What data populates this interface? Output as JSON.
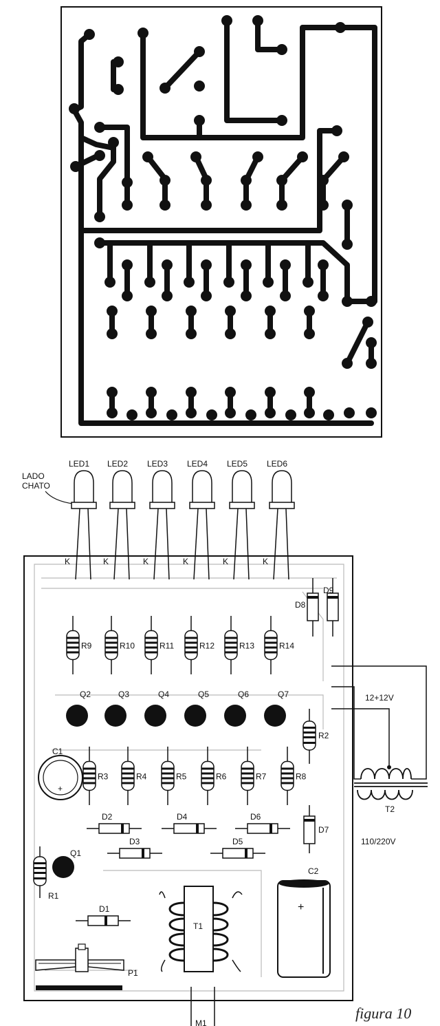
{
  "figure": {
    "caption": "figura 10"
  },
  "pcb_top": {},
  "assembly": {
    "note": "LADO\nCHATO",
    "leds": [
      "LED1",
      "LED2",
      "LED3",
      "LED4",
      "LED5",
      "LED6"
    ],
    "cathode_mark": "K",
    "resistors_top": [
      "R9",
      "R10",
      "R11",
      "R12",
      "R13",
      "R14"
    ],
    "transistors": [
      "Q2",
      "Q3",
      "Q4",
      "Q5",
      "Q6",
      "Q7"
    ],
    "resistors_mid": [
      "R3",
      "R4",
      "R5",
      "R6",
      "R7",
      "R8"
    ],
    "diodes_top": [
      "D8",
      "D9"
    ],
    "r2": "R2",
    "c1": "C1",
    "c2": "C2",
    "diodes_row1": [
      "D2",
      "D4",
      "D6"
    ],
    "diodes_row2": [
      "D3",
      "D5"
    ],
    "d7": "D7",
    "q1": "Q1",
    "r1": "R1",
    "d1": "D1",
    "t1": "T1",
    "p1": "P1",
    "m1": "M1",
    "transformer_label": "T2",
    "secondary_voltage": "12+12V",
    "primary_voltage": "110/220V"
  }
}
